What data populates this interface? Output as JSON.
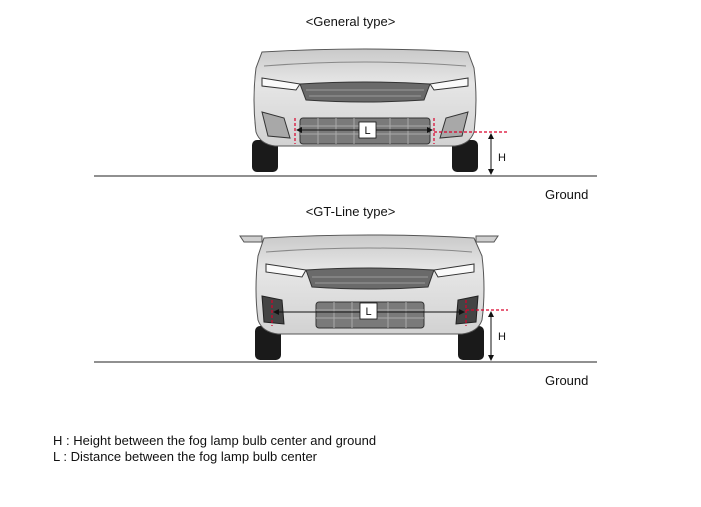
{
  "figures": [
    {
      "title": "<General type>",
      "label_l": "L",
      "label_h": "H",
      "ground_label": "Ground"
    },
    {
      "title": "<GT-Line type>",
      "label_l": "L",
      "label_h": "H",
      "ground_label": "Ground"
    }
  ],
  "legend": {
    "h_definition": "H : Height between the fog lamp bulb center and ground",
    "l_definition": "L : Distance between the fog lamp bulb center"
  },
  "colors": {
    "measure_line": "#d9002b",
    "outline": "#111111",
    "body_fill": "#dedede"
  }
}
